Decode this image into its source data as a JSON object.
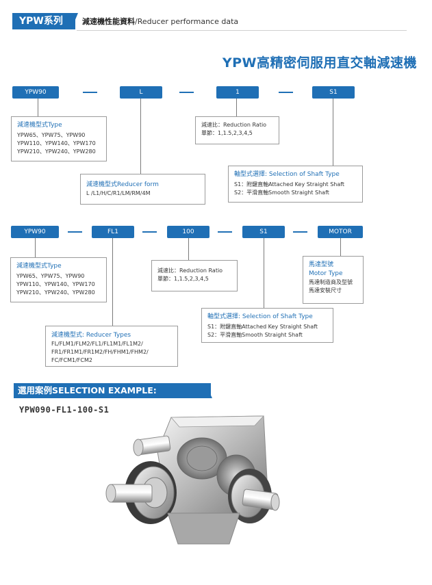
{
  "header": {
    "series_tab": "YPW系列",
    "title_cn": "減速機性能資料",
    "title_en": "/Reducer performance data"
  },
  "main_title": "YPW高精密伺服用直交軸減速機",
  "row1": {
    "codes": [
      "YPW90",
      "L",
      "1",
      "S1"
    ],
    "type_box": {
      "title": "減速機型式Type",
      "lines": "YPW65、YPW75、YPW90\nYPW110、YPW140、YPW170\nYPW210、YPW240、YPW280"
    },
    "ratio_box": {
      "line1": "減速比：Reduction Ratio",
      "line2": "單節：1,1.5,2,3,4,5"
    },
    "form_box": {
      "title": "減速機型式Reducer form",
      "lines": "L /L1/H/C/R1/LM/RM/4M"
    },
    "shaft_box": {
      "title": "軸型式選擇: Selection of Shaft Type",
      "lines": "S1：附鍵直軸Attached Key Straight Shaft\nS2：平滑直軸Smooth Straight Shaft"
    }
  },
  "row2": {
    "codes": [
      "YPW90",
      "FL1",
      "100",
      "S1",
      "MOTOR"
    ],
    "type_box": {
      "title": "減速機型式Type",
      "lines": "YPW65、YPW75、YPW90\nYPW110、YPW140、YPW170\nYPW210、YPW240、YPW280"
    },
    "ratio_box": {
      "line1": "減速比：Reduction Ratio",
      "line2": "單節：1,1.5,2,3,4,5"
    },
    "motor_box": {
      "title": "馬達型號\nMotor Type",
      "lines": "馬達制造商及型號\n馬達安裝尺寸"
    },
    "shaft_box": {
      "title": "軸型式選擇: Selection of Shaft Type",
      "lines": "S1：附鍵直軸Attached Key Straight Shaft\nS2：平滑直軸Smooth Straight Shaft"
    },
    "reducer_types_box": {
      "title": "減速機型式: Reducer Types",
      "lines": "FL/FLM1/FLM2/FL1/FL1M1/FL1M2/\nFR1/FR1M1/FR1M2/FH/FHM1/FHM2/\nFC/FCM1/FCM2"
    }
  },
  "selection": {
    "bar_label": "選用案例SELECTION EXAMPLE:",
    "example_code": "YPW090-FL1-100-S1"
  },
  "colors": {
    "accent": "#1f6fb5",
    "box_border": "#9a9a9a"
  }
}
